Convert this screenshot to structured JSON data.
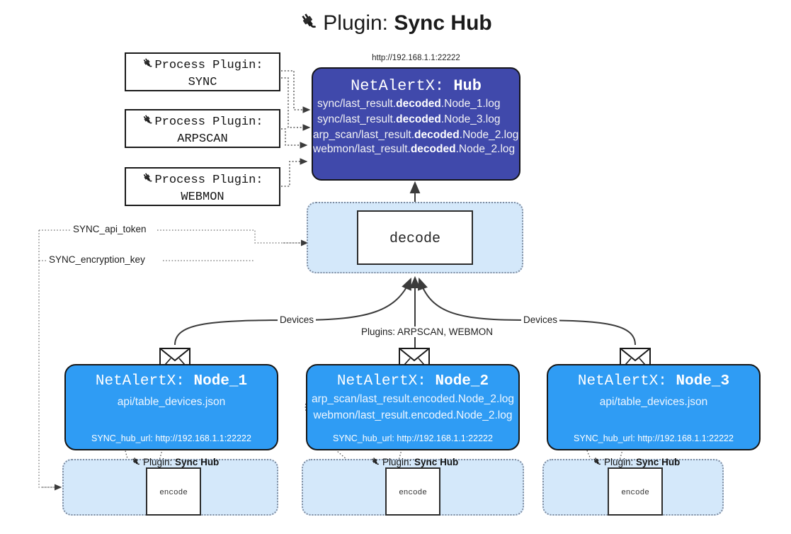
{
  "title": {
    "icon": "plug-icon",
    "prefix": "Plugin:",
    "name": "Sync Hub"
  },
  "process_plugins": [
    {
      "icon": "plug-icon",
      "label": "Process Plugin:",
      "name": "SYNC"
    },
    {
      "icon": "plug-icon",
      "label": "Process Plugin:",
      "name": "ARPSCAN"
    },
    {
      "icon": "plug-icon",
      "label": "Process Plugin:",
      "name": "WEBMON"
    }
  ],
  "hub": {
    "url": "http://192.168.1.1:22222",
    "app": "NetAlertX:",
    "name": "Hub",
    "files": [
      {
        "pre": "sync/last_result.",
        "mid": "decoded",
        "post": ".Node_1.log"
      },
      {
        "pre": "sync/last_result.",
        "mid": "decoded",
        "post": ".Node_3.log"
      },
      {
        "pre": "arp_scan/last_result.",
        "mid": "decoded",
        "post": ".Node_2.log"
      },
      {
        "pre": "webmon/last_result.",
        "mid": "decoded",
        "post": ".Node_2.log"
      }
    ]
  },
  "decode": {
    "label": "decode"
  },
  "settings": {
    "api_token": "SYNC_api_token",
    "encryption_key": "SYNC_encryption_key"
  },
  "edge_labels": {
    "devices_left": "Devices",
    "devices_right": "Devices",
    "plugins_center": "Plugins: ARPSCAN, WEBMON"
  },
  "nodes": [
    {
      "app": "NetAlertX:",
      "name": "Node_1",
      "files": [
        "api/table_devices.json"
      ],
      "hub_url_label": "SYNC_hub_url:",
      "hub_url": "http://192.168.1.1:22222",
      "plugin_prefix": "Plugin:",
      "plugin_name": "Sync Hub",
      "encode_label": "encode"
    },
    {
      "app": "NetAlertX:",
      "name": "Node_2",
      "files": [
        "arp_scan/last_result.encoded.Node_2.log",
        "webmon/last_result.encoded.Node_2.log"
      ],
      "hub_url_label": "SYNC_hub_url:",
      "hub_url": "http://192.168.1.1:22222",
      "plugin_prefix": "Plugin:",
      "plugin_name": "Sync Hub",
      "encode_label": "encode"
    },
    {
      "app": "NetAlertX:",
      "name": "Node_3",
      "files": [
        "api/table_devices.json"
      ],
      "hub_url_label": "SYNC_hub_url:",
      "hub_url": "http://192.168.1.1:22222",
      "plugin_prefix": "Plugin:",
      "plugin_name": "Sync Hub",
      "encode_label": "encode"
    }
  ],
  "colors": {
    "hub": "#4049ab",
    "node": "#2f9cf4",
    "container": "#d4e8fa",
    "stroke": "#3b3b3b"
  }
}
